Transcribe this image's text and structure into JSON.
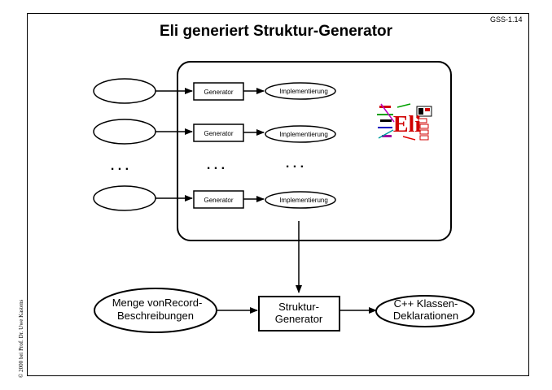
{
  "header": {
    "slide_id": "GSS-1.14",
    "title": "Eli generiert Struktur-Generator"
  },
  "footer": {
    "copyright": "© 2000 bei Prof. Dr. Uwe Kastens"
  },
  "eli_system": {
    "generator_label": "Generator",
    "implementation_label": "Implementierung",
    "ellipsis": ". . .",
    "logo_text": "Eli"
  },
  "pipeline": {
    "input": {
      "line1": "Menge vonRecord-",
      "line2": "Beschreibungen"
    },
    "generator": {
      "line1": "Struktur-",
      "line2": "Generator"
    },
    "output": {
      "line1": "C++ Klassen-",
      "line2": "Deklarationen"
    }
  }
}
